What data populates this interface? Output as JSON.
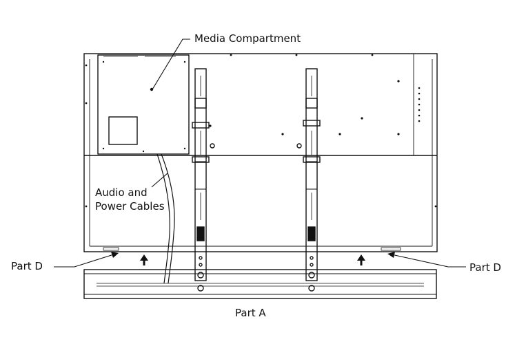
{
  "labels": {
    "media_compartment": "Media Compartment",
    "audio_cables_line1": "Audio and",
    "audio_cables_line2": "Power Cables",
    "part_d_left": "Part D",
    "part_d_right": "Part D",
    "part_a": "Part A"
  }
}
